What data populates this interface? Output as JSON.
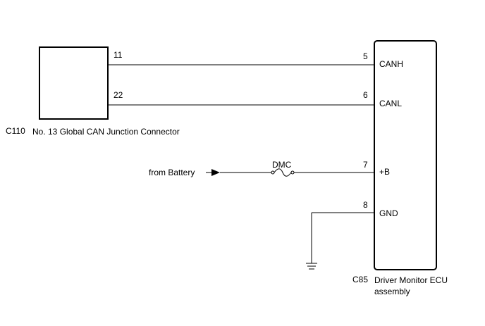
{
  "connector": {
    "code": "C110",
    "name": "No. 13 Global CAN Junction Connector"
  },
  "ecu": {
    "code": "C85",
    "name_line1": "Driver Monitor ECU",
    "name_line2": "assembly"
  },
  "wires": [
    {
      "left_pin": "11",
      "right_pin": "5",
      "signal": "CANH"
    },
    {
      "left_pin": "22",
      "right_pin": "6",
      "signal": "CANL"
    }
  ],
  "power": {
    "source": "from Battery",
    "fuse": "DMC",
    "pin": "7",
    "signal": "+B"
  },
  "ground": {
    "pin": "8",
    "signal": "GND"
  }
}
